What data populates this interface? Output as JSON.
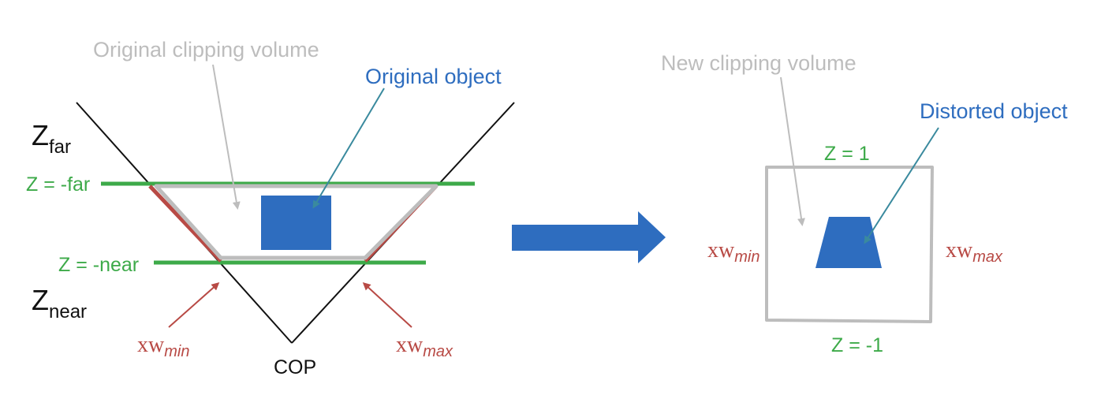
{
  "left_diagram": {
    "original_clipping_volume_label": "Original clipping volume",
    "original_object_label": "Original object",
    "z_far": {
      "base": "Z",
      "sub": "far"
    },
    "z_near": {
      "base": "Z",
      "sub": "near"
    },
    "z_minus_far_label": "Z = -far",
    "z_minus_near_label": "Z = -near",
    "xw_min": {
      "base": "xw",
      "sub": "min"
    },
    "xw_max": {
      "base": "xw",
      "sub": "max"
    },
    "cop_label": "COP"
  },
  "right_diagram": {
    "new_clipping_volume_label": "New clipping volume",
    "distorted_object_label": "Distorted object",
    "z_one_label": "Z = 1",
    "z_minus_one_label": "Z = -1",
    "xw_min": {
      "base": "xw",
      "sub": "min"
    },
    "xw_max": {
      "base": "xw",
      "sub": "max"
    }
  },
  "colors": {
    "gray": "#bdbdbd",
    "blue": "#2e6dbf",
    "green": "#3daa49",
    "red": "#b84a45",
    "teal_pointer": "#3a8a9e",
    "black": "#111111"
  }
}
